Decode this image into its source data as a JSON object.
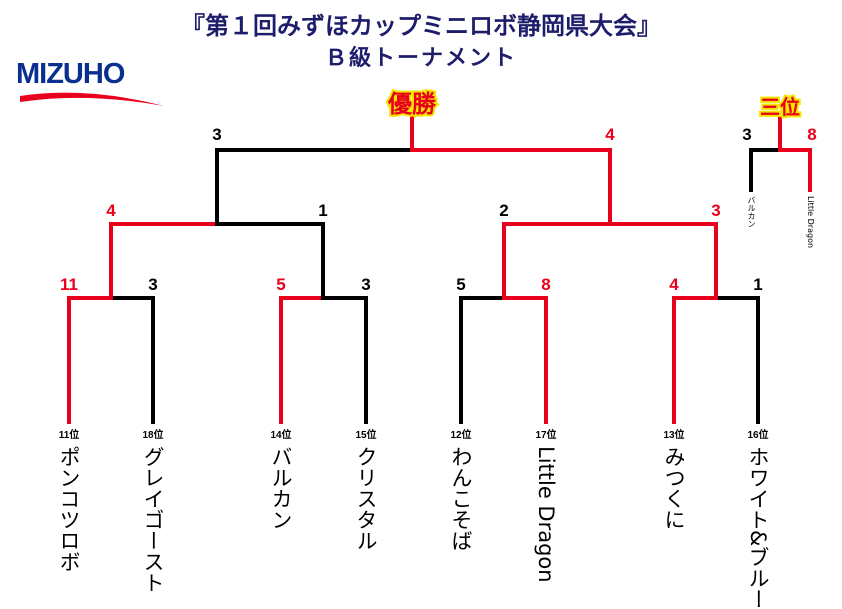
{
  "title_line1": "『第１回みずほカップミニロボ静岡県大会』",
  "title_line2": "Ｂ級トーナメント",
  "logo_text": "MIZUHO",
  "champion_label": "優勝",
  "third_place_label": "三位",
  "colors": {
    "winner": "#e8001c",
    "loser": "#000000",
    "title": "#1d1d6b",
    "logo": "#0b2f8f"
  },
  "teams": [
    {
      "rank": "11位",
      "name": "ポンコツロボ"
    },
    {
      "rank": "18位",
      "name": "グレイゴースト"
    },
    {
      "rank": "14位",
      "name": "バルカン"
    },
    {
      "rank": "15位",
      "name": "クリスタル"
    },
    {
      "rank": "12位",
      "name": "わんこそば"
    },
    {
      "rank": "17位",
      "name": "Little Dragon"
    },
    {
      "rank": "13位",
      "name": "みつくに"
    },
    {
      "rank": "16位",
      "name": "ホワイト&ブルー"
    }
  ],
  "round1_scores": [
    "11",
    "3",
    "5",
    "3",
    "5",
    "8",
    "4",
    "1"
  ],
  "round2_scores": [
    "4",
    "1",
    "2",
    "3"
  ],
  "final_scores": [
    "3",
    "4"
  ],
  "third_place": {
    "teams": [
      {
        "name": "バルカン"
      },
      {
        "name": "Little Dragon"
      }
    ],
    "scores": [
      "3",
      "8"
    ]
  }
}
